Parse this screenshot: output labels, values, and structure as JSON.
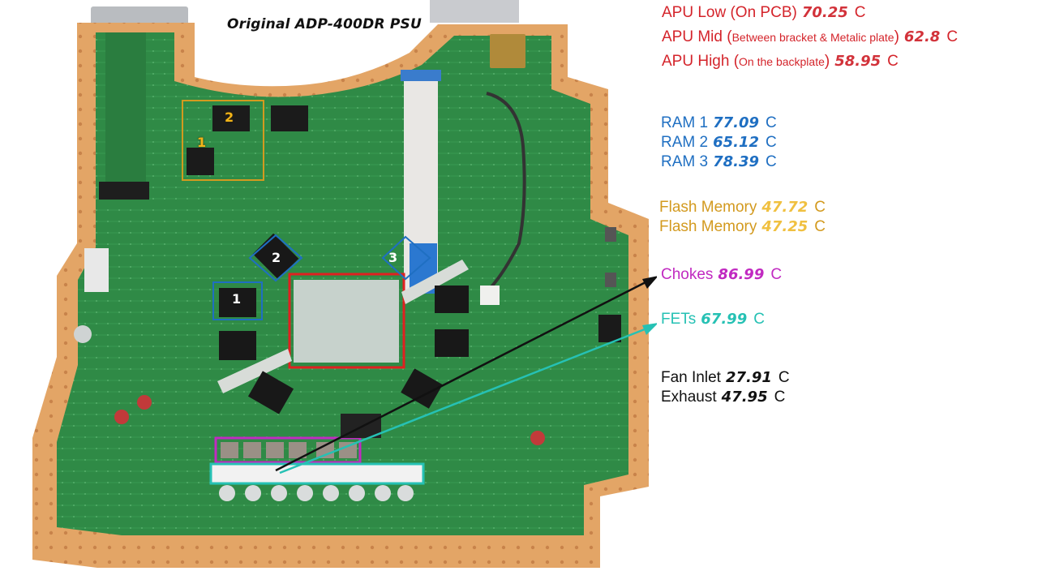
{
  "photo": {
    "title": "Original ADP-400DR PSU",
    "ram_numbers": [
      "1",
      "2",
      "3"
    ],
    "flash_numbers": [
      "1",
      "2"
    ]
  },
  "readings": {
    "apu": [
      {
        "label": "APU Low (On PCB)",
        "label_a": "APU Low (On PCB)",
        "value": "70.25",
        "unit": "C"
      },
      {
        "label_a": "APU Mid (",
        "label_b": "Between bracket & Metalic plate",
        "label_c": ")",
        "value": "62.8",
        "unit": "C"
      },
      {
        "label_a": "APU High (",
        "label_b": "On the backplate",
        "label_c": ")",
        "value": "58.95",
        "unit": "C"
      }
    ],
    "ram": [
      {
        "label": "RAM 1",
        "value": "77.09",
        "unit": "C"
      },
      {
        "label": "RAM 2",
        "value": "65.12",
        "unit": "C"
      },
      {
        "label": "RAM 3",
        "value": "78.39",
        "unit": "C"
      }
    ],
    "flash": [
      {
        "label": "Flash Memory",
        "value": "47.72",
        "unit": "C"
      },
      {
        "label": "Flash Memory",
        "value": "47.25",
        "unit": "C"
      }
    ],
    "chokes": {
      "label": "Chokes",
      "value": "86.99",
      "unit": "C"
    },
    "fets": {
      "label": "FETs",
      "value": "67.99",
      "unit": "C"
    },
    "fan": [
      {
        "label": "Fan Inlet",
        "value": "27.91",
        "unit": "C"
      },
      {
        "label": "Exhaust",
        "value": "47.95",
        "unit": "C"
      }
    ]
  },
  "colors": {
    "apu": "#d4242b",
    "ram": "#1f6fc2",
    "flash": "#d39a1f",
    "chokes": "#c12ac1",
    "fets": "#26c1b4",
    "fan": "#111111",
    "pcb": "#2f8a46",
    "pcb_edge": "#e0a060",
    "apu_box": "#e02020"
  }
}
